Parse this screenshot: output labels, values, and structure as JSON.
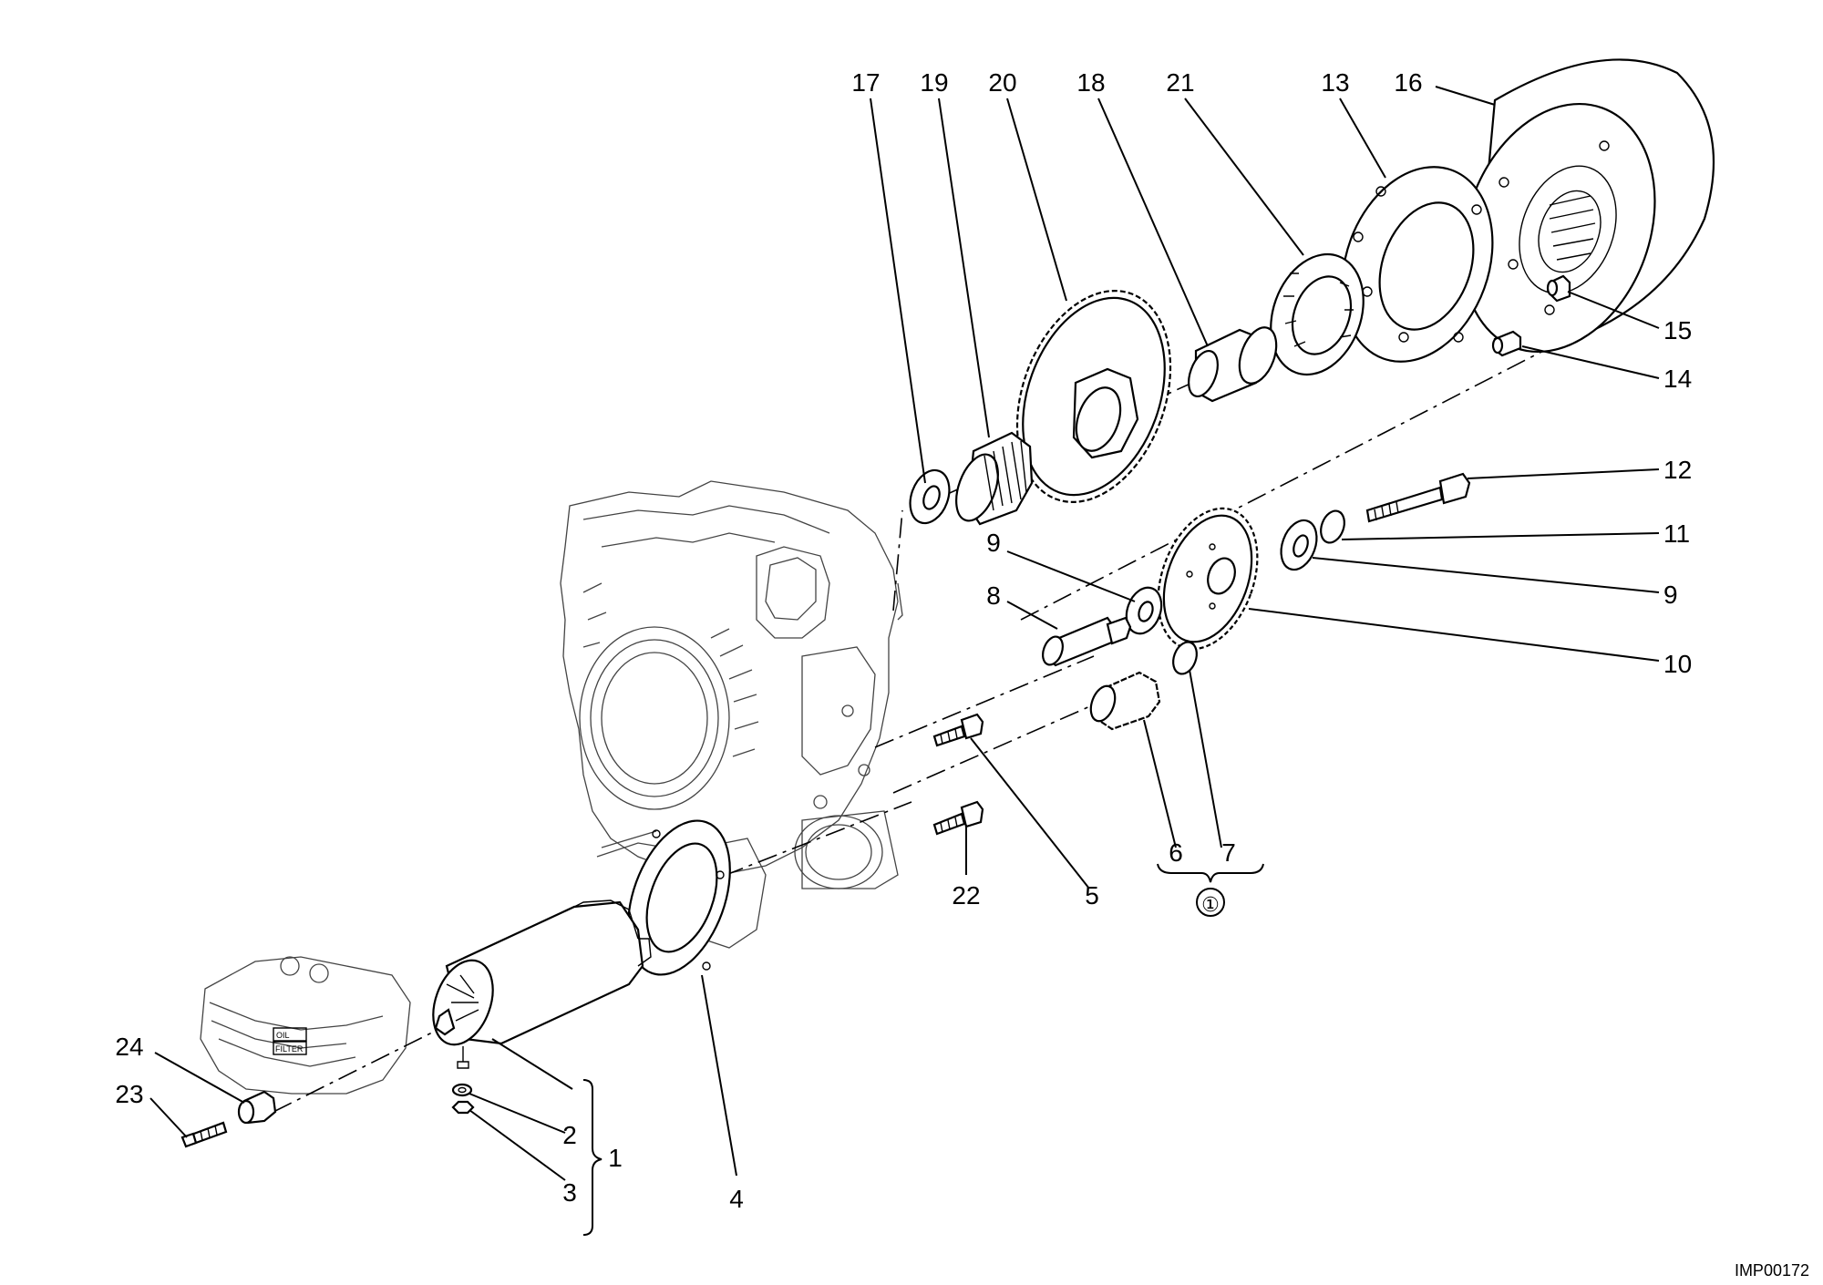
{
  "diagram": {
    "code": "IMP00172",
    "callouts": {
      "c1": "1",
      "c2": "2",
      "c3": "3",
      "c4": "4",
      "c5": "5",
      "c6": "6",
      "c7": "7",
      "c8": "8",
      "c9a": "9",
      "c9b": "9",
      "c10": "10",
      "c11": "11",
      "c12": "12",
      "c13": "13",
      "c14": "14",
      "c15": "15",
      "c16": "16",
      "c17": "17",
      "c18": "18",
      "c19": "19",
      "c20": "20",
      "c21": "21",
      "c22": "22",
      "c23": "23",
      "c24": "24"
    },
    "group_symbol": "①"
  }
}
